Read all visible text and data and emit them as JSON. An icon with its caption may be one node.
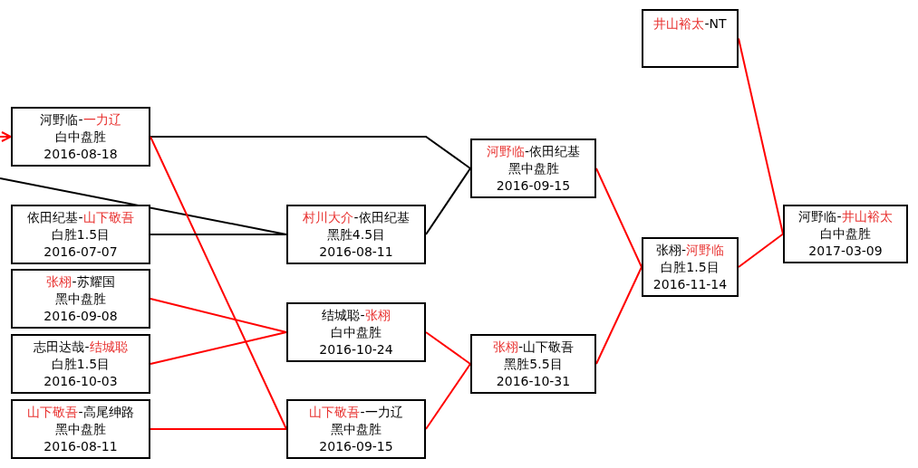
{
  "diagram": {
    "nodes": [
      {
        "text": [
          "河野临-**一力辽**",
          "白中盘胜",
          "2016-08-18"
        ]
      },
      {
        "text": [
          "依田纪基-**山下敬吾**",
          "白胜1.5目",
          "2016-07-07"
        ]
      },
      {
        "text": [
          "**张栩**-苏耀国",
          "黑中盘胜",
          "2016-09-08"
        ]
      },
      {
        "text": [
          "志田达哉-**结城聪**",
          "白胜1.5目",
          "2016-10-03"
        ]
      },
      {
        "text": [
          "**山下敬吾**-高尾绅路",
          "黑中盘胜",
          "2016-08-11"
        ]
      },
      {
        "text": [
          "**村川大介**-依田纪基",
          "黑胜4.5目",
          "2016-08-11"
        ]
      },
      {
        "text": [
          "结城聪-**张栩**",
          "白中盘胜",
          "2016-10-24"
        ]
      },
      {
        "text": [
          "**山下敬吾**-一力辽",
          "黑中盘胜",
          "2016-09-15"
        ]
      },
      {
        "text": [
          "**河野临**-依田纪基",
          "黑中盘胜",
          "2016-09-15"
        ]
      },
      {
        "text": [
          "**张栩**-山下敬吾",
          "黑胜5.5目",
          "2016-10-31"
        ]
      },
      {
        "text": [
          "张栩-**河野临**",
          "白胜1.5目",
          "2016-11-14"
        ]
      },
      {
        "text": [
          "**井山裕太**-NT"
        ]
      },
      {
        "text": [
          "河野临-**井山裕太**",
          "白中盘胜",
          "2017-03-09"
        ]
      }
    ],
    "edges": [
      {
        "from": null,
        "to": 0,
        "arrow": "to"
      },
      {
        "from": null,
        "to": 5,
        "arrow": "none",
        "color": "#000000"
      },
      {
        "from": 0,
        "to": 8,
        "arrow": "none",
        "color": "#000000"
      },
      {
        "from": 0,
        "to": 7,
        "arrow": "none"
      },
      {
        "from": 1,
        "to": 5,
        "arrow": "none",
        "color": "#000000"
      },
      {
        "from": 5,
        "to": 8,
        "arrow": "none",
        "color": "#000000"
      },
      {
        "from": 2,
        "to": 6,
        "arrow": "none"
      },
      {
        "from": 3,
        "to": 6,
        "arrow": "none"
      },
      {
        "from": 4,
        "to": 7,
        "arrow": "none"
      },
      {
        "from": 6,
        "to": 9,
        "arrow": "none"
      },
      {
        "from": 7,
        "to": 9,
        "arrow": "none"
      },
      {
        "from": 8,
        "to": 10,
        "arrow": "none"
      },
      {
        "from": 9,
        "to": 10,
        "arrow": "none"
      },
      {
        "from": 10,
        "to": 12,
        "arrow": "none"
      },
      {
        "from": 11,
        "to": 12,
        "arrow": "none"
      }
    ]
  }
}
